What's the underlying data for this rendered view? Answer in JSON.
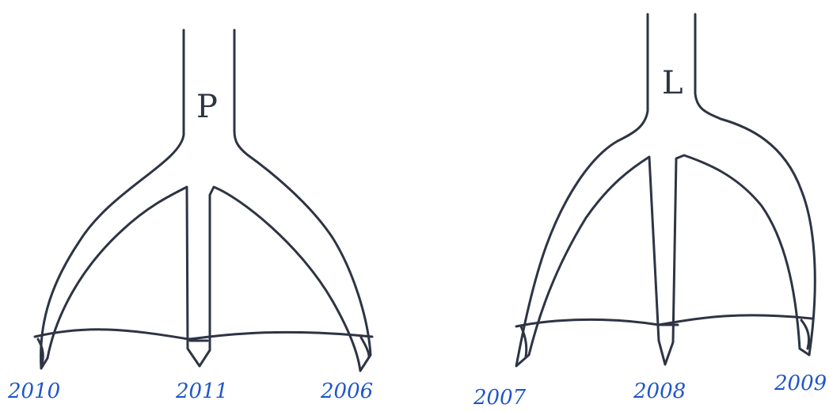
{
  "left_diagram": {
    "letter": "P",
    "years": {
      "left": "2010",
      "middle": "2011",
      "right": "2006"
    }
  },
  "right_diagram": {
    "letter": "L",
    "years": {
      "left": "2007",
      "middle": "2008",
      "right": "2009"
    }
  },
  "colors": {
    "outline": "#2e3444",
    "year_labels": "#1f56c7",
    "background": "#ffffff"
  }
}
